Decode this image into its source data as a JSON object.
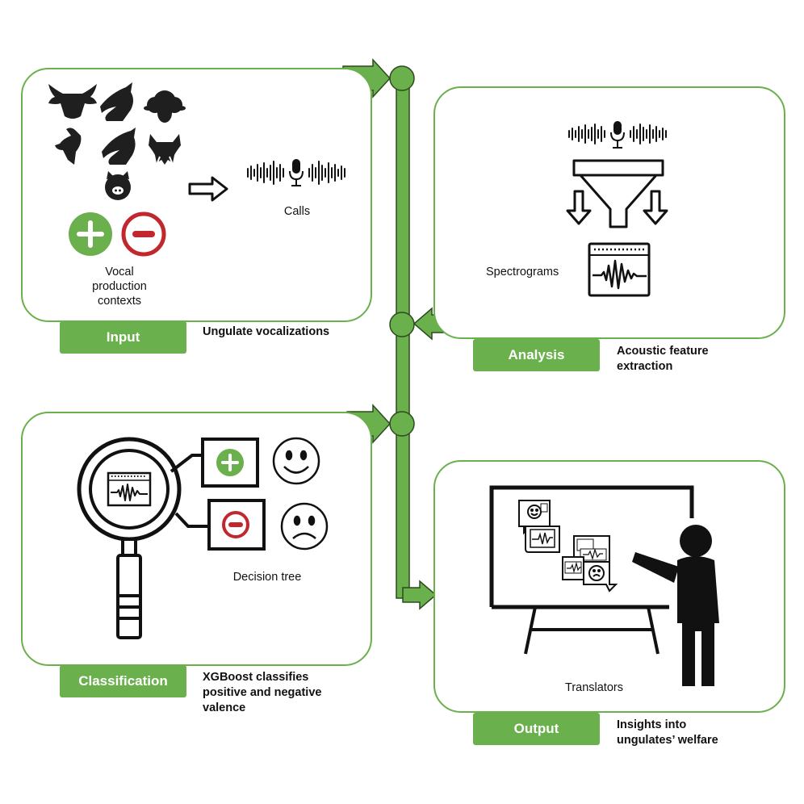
{
  "colors": {
    "accent": "#6ab04c",
    "negative": "#c1272d",
    "ink": "#111111"
  },
  "input": {
    "badge": "Input",
    "description": "Ungulate vocalizations",
    "calls_label": "Calls",
    "contexts_label": [
      "Vocal",
      "production",
      "contexts"
    ],
    "icons": [
      "cow-icon",
      "horse-icon",
      "sheep-icon",
      "goat-icon",
      "horse-icon",
      "boar-icon",
      "pig-icon",
      "plus-icon",
      "minus-icon",
      "microphone-icon"
    ]
  },
  "analysis": {
    "badge": "Analysis",
    "description": [
      "Acoustic feature",
      "extraction"
    ],
    "spectrograms_label": "Spectrograms",
    "icons": [
      "microphone-icon",
      "funnel-icon",
      "spectrogram-icon"
    ]
  },
  "classification": {
    "badge": "Classification",
    "description": [
      "XGBoost classifies",
      "positive and negative",
      "valence"
    ],
    "tree_label": "Decision tree",
    "icons": [
      "magnifier-icon",
      "plus-icon",
      "minus-icon",
      "happy-face-icon",
      "sad-face-icon"
    ]
  },
  "output": {
    "badge": "Output",
    "description": [
      "Insights into",
      "ungulates’ welfare"
    ],
    "translators_label": "Translators",
    "icons": [
      "board-icon",
      "speech-bubble-icon",
      "presenter-icon"
    ]
  }
}
